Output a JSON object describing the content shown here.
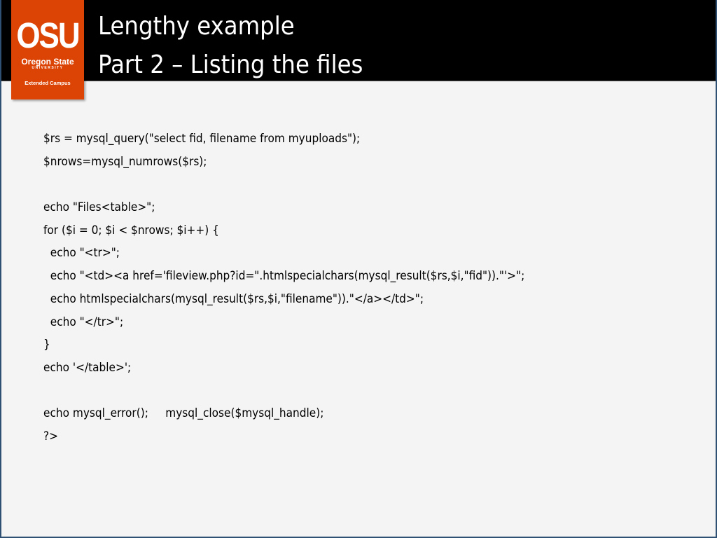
{
  "logo": {
    "mark": "OSU",
    "line1": "Oregon State",
    "line2": "UNIVERSITY",
    "line3": "Extended Campus"
  },
  "title": {
    "line1": "Lengthy example",
    "line2": "Part 2 – Listing the files"
  },
  "code_lines": [
    "$rs = mysql_query(\"select fid, filename from myuploads\");",
    "$nrows=mysql_numrows($rs);",
    "",
    "echo \"Files<table>\";",
    "for ($i = 0; $i < $nrows; $i++) {",
    "  echo \"<tr>\";",
    "  echo \"<td><a href='fileview.php?id=\".htmlspecialchars(mysql_result($rs,$i,\"fid\")).\"'>\";",
    "  echo htmlspecialchars(mysql_result($rs,$i,\"filename\")).\"</a></td>\";",
    "  echo \"</tr>\";",
    "}",
    "echo '</table>';",
    "",
    "echo mysql_error();     mysql_close($mysql_handle);",
    "?>"
  ],
  "colors": {
    "brand_orange": "#dc4405",
    "header_bg": "#000000",
    "slide_bg": "#f4f4f4",
    "frame": "#2f4f73"
  }
}
